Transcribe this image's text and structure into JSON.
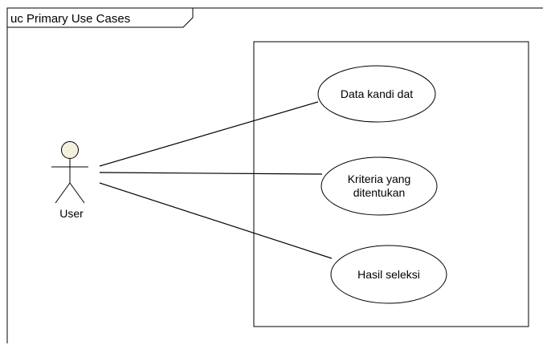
{
  "frame": {
    "title": "uc Primary Use Cases"
  },
  "actor": {
    "name": "User"
  },
  "use_cases": [
    {
      "lines": [
        "Data kandi dat"
      ]
    },
    {
      "lines": [
        "Kriteria yang",
        "ditentukan"
      ]
    },
    {
      "lines": [
        "Hasil seleksi"
      ]
    }
  ],
  "colors": {
    "line": "#000000",
    "actor_head_fill": "#f3f0dc",
    "background": "#ffffff"
  }
}
